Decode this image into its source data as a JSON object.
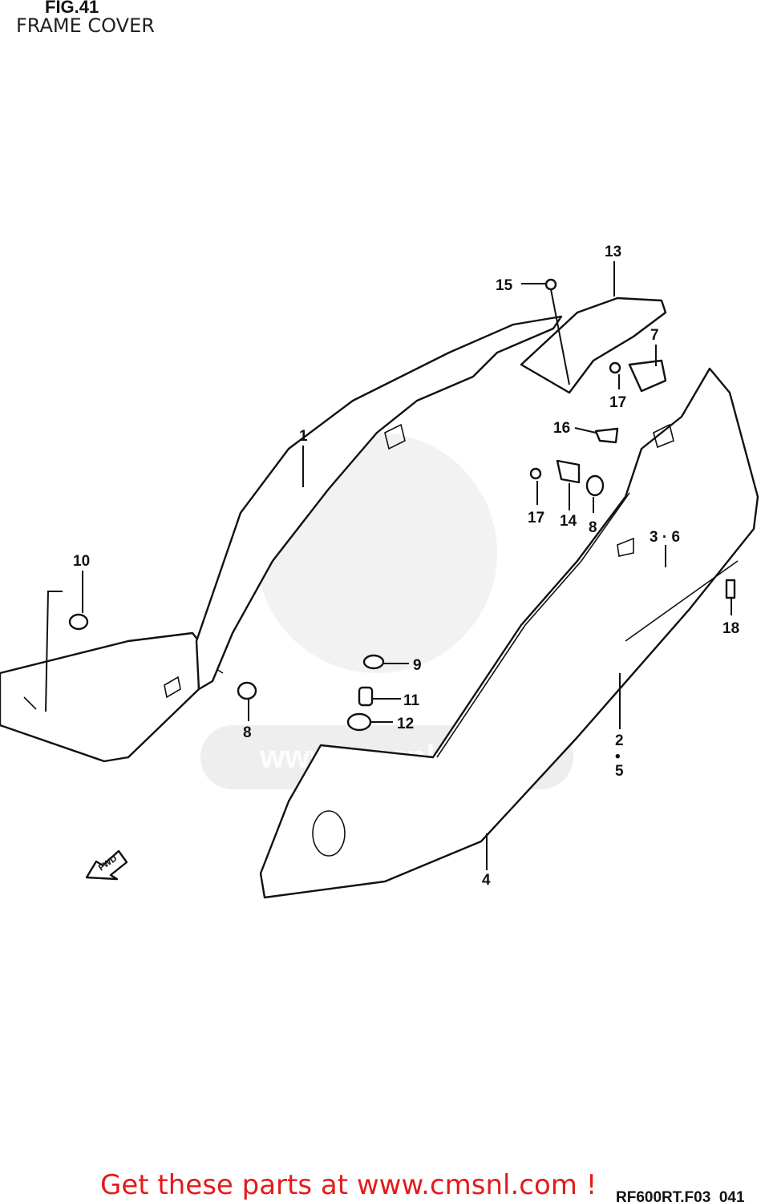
{
  "figure": {
    "number": "FIG.41",
    "title": "FRAME COVER",
    "drawing_code": "RF600RT.F03_041"
  },
  "callouts": {
    "c1": "1",
    "c2_5": [
      "2",
      "•",
      "5"
    ],
    "c3_6": "3 · 6",
    "c4": "4",
    "c7": "7",
    "c8a": "8",
    "c8b": "8",
    "c9": "9",
    "c10": "10",
    "c11": "11",
    "c12": "12",
    "c13": "13",
    "c14": "14",
    "c15": "15",
    "c16": "16",
    "c17a": "17",
    "c17b": "17",
    "c18": "18"
  },
  "fwd_label": "FWD",
  "watermark": "www.cmsnl.com",
  "footer": {
    "link_text": "Get these parts at www.cmsnl.com !"
  }
}
